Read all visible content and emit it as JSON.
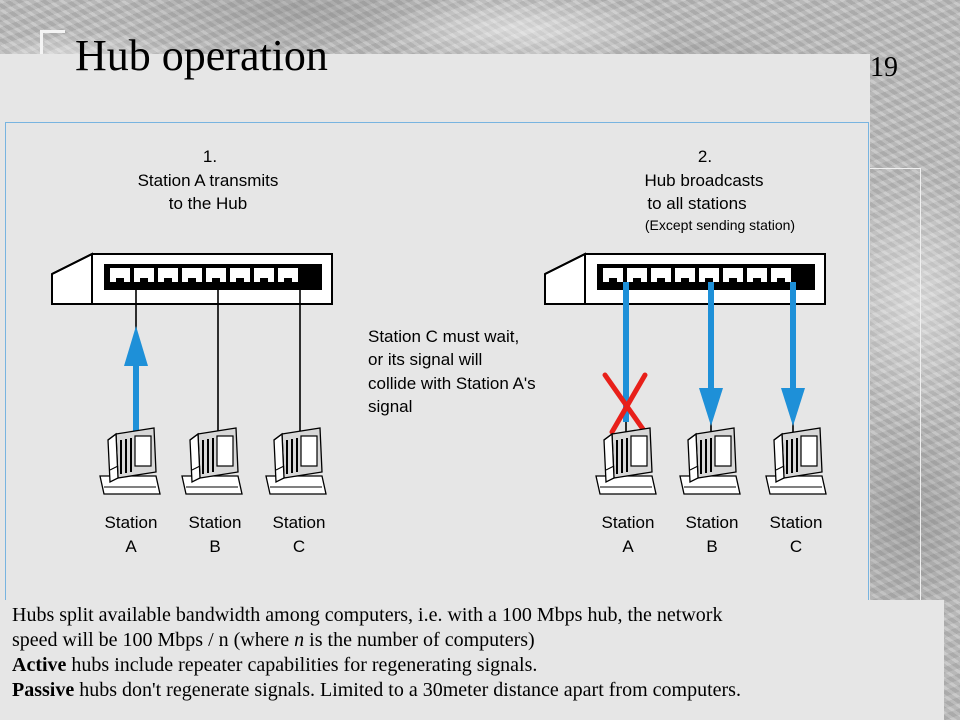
{
  "slide": {
    "title": "Hub operation",
    "number": "19"
  },
  "diagram": {
    "left": {
      "step_line1": "1.",
      "step_line2": "Station A transmits",
      "step_line3": "to the Hub"
    },
    "right": {
      "step_line1": "2.",
      "step_line2": "Hub broadcasts",
      "step_line3": "to all stations",
      "note": "(Except sending station)"
    },
    "middle_note": [
      "Station C must wait,",
      "or its signal will",
      "collide with Station A's",
      "signal"
    ],
    "stations": [
      {
        "line1": "Station",
        "line2": "A"
      },
      {
        "line1": "Station",
        "line2": "B"
      },
      {
        "line1": "Station",
        "line2": "C"
      }
    ],
    "colors": {
      "arrow": "#1e90d8",
      "cross": "#e8201a",
      "panel": "#e6e6e6"
    }
  },
  "text": {
    "p1_line1": "Hubs split available bandwidth among computers, i.e. with a 100 Mbps hub, the network",
    "p1_line2_a": "speed will be 100 Mbps / n (where ",
    "p1_line2_n": "n",
    "p1_line2_b": " is the number of computers)",
    "p2_bold": "Active",
    "p2_rest": " hubs include repeater capabilities for regenerating signals.",
    "p3_bold": "Passive",
    "p3_rest": " hubs don't regenerate signals. Limited to a 30meter distance apart from computers."
  }
}
